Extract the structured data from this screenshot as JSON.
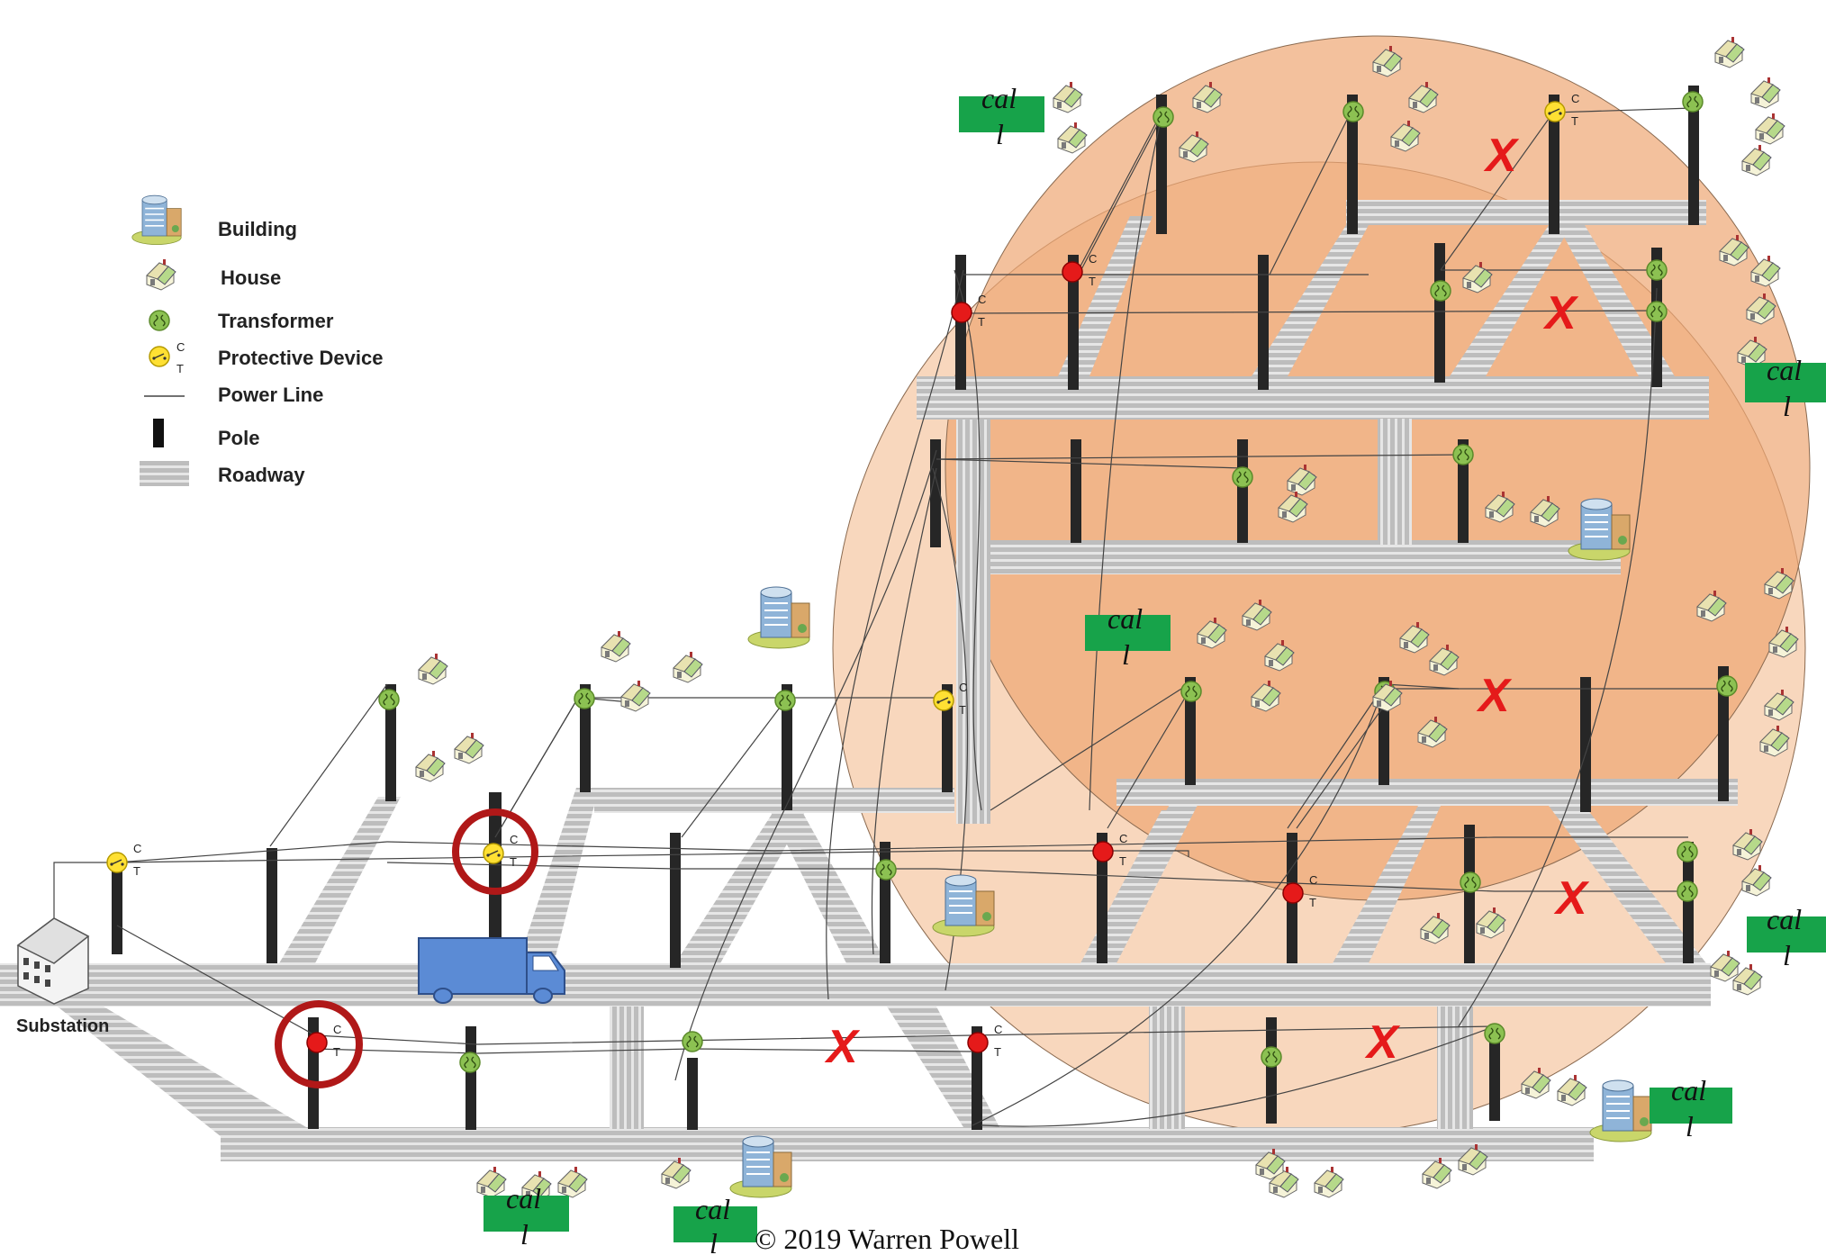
{
  "legend": {
    "items": [
      {
        "icon": "building-icon",
        "label": "Building"
      },
      {
        "icon": "house-icon",
        "label": "House"
      },
      {
        "icon": "transformer-icon",
        "label": "Transformer"
      },
      {
        "icon": "protective-device-icon",
        "label": "Protective Device"
      },
      {
        "icon": "power-line-icon",
        "label": "Power Line"
      },
      {
        "icon": "pole-icon",
        "label": "Pole"
      },
      {
        "icon": "roadway-icon",
        "label": "Roadway"
      }
    ]
  },
  "device_letters": {
    "close": "C",
    "trip": "T"
  },
  "substation_label": "Substation",
  "call_label": "call",
  "call_label_line1": "cal",
  "call_label_line2": "l",
  "outage_mark": "X",
  "copyright": "© 2019 Warren Powell",
  "colors": {
    "outage_zone": "#f0b07f",
    "call_box": "#17a34a",
    "transformer": "#8cc152",
    "protective_device_closed": "#ffe033",
    "protective_device_open": "#e51a1a",
    "highlight_ring": "#b01818",
    "truck": "#5b8bd5",
    "roadway": "#bfbfbf",
    "pole": "#262626"
  }
}
